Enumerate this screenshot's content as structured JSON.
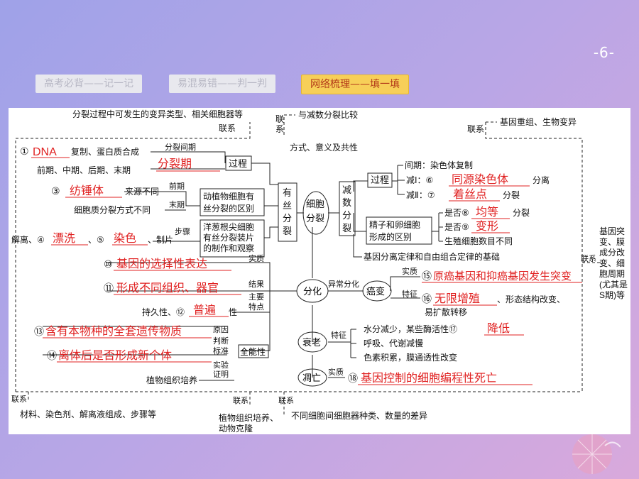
{
  "page_number": "-6-",
  "tabs": [
    {
      "label": "高考必背——记一记",
      "active": false
    },
    {
      "label": "易混易错——判一判",
      "active": false
    },
    {
      "label": "网络梳理——填一填",
      "active": true
    }
  ],
  "diagram": {
    "top": {
      "variation": "分裂过程中可发生的变异类型、相关细胞器等",
      "compare": "与减数分裂比较",
      "recombination": "基因重组、生物变异",
      "link1": "联系",
      "link2": "联",
      "link2b": "系",
      "link3": "联系",
      "mode": "方式、意义及共性"
    },
    "mitosis": {
      "a1_num": "①",
      "a1": "DNA",
      "a1_rest": "复制、蛋白质合成",
      "interphase": "分裂间期",
      "a2": "分裂期",
      "phases": "前期、中期、后期、末期",
      "process": "过程",
      "a3_num": "③",
      "a3": "纺锤体",
      "a3_rest": "来源不同",
      "prophase": "前期",
      "telophase": "末期",
      "cytokinesis": "细胞质分裂方式不同",
      "diff": "动植物细胞有丝分裂的区别",
      "main": "有丝分裂",
      "steps": "步骤",
      "slide": "洋葱根尖细胞有丝分裂装片的制作和观察",
      "a4_pre": "解离、④",
      "a4": "漂洗",
      "a5_pre": "、⑤",
      "a5": "染色",
      "a5_rest": "、制片"
    },
    "center": "细胞分裂",
    "meiosis": {
      "main": "减数分裂",
      "process": "过程",
      "interphase": "间期：染色体复制",
      "m1_pre": "减Ⅰ：⑥",
      "a6": "同源染色体",
      "m1_rest": "分离",
      "m2_pre": "减Ⅱ：⑦",
      "a7": "着丝点",
      "m2_rest": "分裂",
      "diff": "精子和卵细胞形成的区别",
      "q8_pre": "是否⑧",
      "a8": "均等",
      "q8_rest": "分裂",
      "q9_pre": "是否⑨",
      "a9": "变形",
      "cells": "生殖细胞数目不同",
      "law": "基因分离定律和自由组合定律的基础"
    },
    "differentiation": {
      "main": "分化",
      "essence": "实质",
      "result": "结果",
      "feature": "主要特点",
      "a10_num": "⑩",
      "a10": "基因的选择性表达",
      "a11_num": "⑪",
      "a11": "形成不同组织、器官",
      "a12_pre": "持久性、⑫",
      "a12": "普遍",
      "a12_rest": "性",
      "abnormal": "异常分化",
      "cancer": "癌变",
      "c_essence": "实质",
      "a15_num": "⑮",
      "a15": "原癌基因和抑癌基因发生突变",
      "c_feature": "特征",
      "a16_num": "⑯",
      "a16": "无限增殖",
      "a16_rest": "、形态结构改变、",
      "spread": "易扩散转移",
      "cycle_link": "联系",
      "cycle": "基因突变、膜成分改变、细胞周期(尤其是S期)等"
    },
    "totipotency": {
      "main": "全能性",
      "reason": "原因",
      "judge": "判断标准",
      "proof": "实验证明",
      "a13_num": "⑬",
      "a13": "含有本物种的全套遗传物质",
      "a14_num": "⑭",
      "a14": "离体后是否形成新个体",
      "culture": "植物组织培养"
    },
    "aging": {
      "main": "衰老",
      "feature": "特征",
      "f1_pre": "水分减少，某些酶活性⑰",
      "a17": "降低",
      "f2": "呼吸、代谢减慢",
      "f3": "色素积累，膜通透性改变"
    },
    "apoptosis": {
      "main": "凋亡",
      "essence": "实质",
      "a18_num": "⑱",
      "a18": "基因控制的细胞编程性死亡"
    },
    "bottom": {
      "link1": "联系",
      "materials": "材料、染色剂、解离液组成、步骤等",
      "link2": "联系",
      "culture2": "植物组织培养、动物克隆",
      "link3": "联系",
      "organelles": "不同细胞间细胞器种类、数量的差异"
    }
  }
}
